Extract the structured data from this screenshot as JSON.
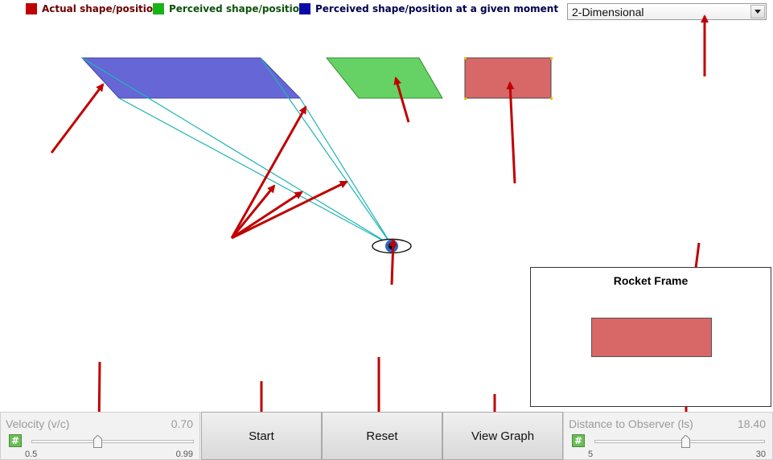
{
  "legend": [
    {
      "label": "Actual shape/position",
      "color": "#c00000",
      "text_color": "#6b0000"
    },
    {
      "label": "Perceived shape/position",
      "color": "#17b317",
      "text_color": "#0d520d"
    },
    {
      "label": "Perceived shape/position at a given moment",
      "color": "#0a0aa8",
      "text_color": "#000050"
    }
  ],
  "dimension_select": {
    "value": "2-Dimensional"
  },
  "rocket_frame": {
    "title": "Rocket Frame"
  },
  "velocity": {
    "label": "Velocity (v/c)",
    "value": "0.70",
    "min": "0.5",
    "max": "0.99",
    "hash": "#"
  },
  "distance": {
    "label": "Distance to Observer (ls)",
    "value": "18.40",
    "min": "5",
    "max": "30",
    "hash": "#"
  },
  "buttons": {
    "start": "Start",
    "reset": "Reset",
    "view_graph": "View Graph"
  },
  "colors": {
    "actual": "#d86767",
    "perceived": "#66d266",
    "moment": "#6666d6",
    "sight_lines": "#1fb5b5",
    "arrows": "#c00000",
    "eye_iris": "#2b63c0"
  }
}
